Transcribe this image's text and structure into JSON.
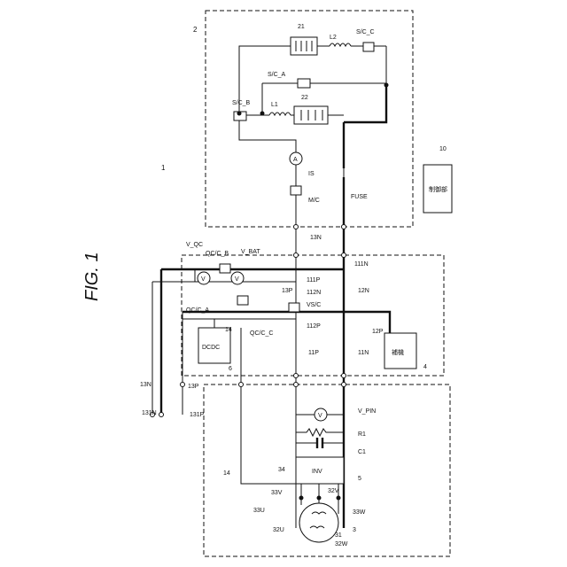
{
  "figure_title": "FIG. 1",
  "ref": {
    "system": "1",
    "battery_unit": "2",
    "motor": "3",
    "aux": "4",
    "inverter": "5",
    "dcdc": "6",
    "controller_num": "10",
    "cell21": "21",
    "cell22": "22",
    "rotor": "31",
    "n11": "11N",
    "p11": "11P",
    "p111": "111P",
    "n111": "111N",
    "p112": "112P",
    "n112": "112N",
    "n12": "12N",
    "p12": "12P",
    "n13": "13N",
    "p13": "13P",
    "p13b": "13P",
    "n13b": "13N",
    "n131": "131N",
    "p131": "131P",
    "line14": "14",
    "line14b": "14",
    "u32": "32U",
    "v32": "32V",
    "w32": "32W",
    "u33": "33U",
    "v33": "33V",
    "w33": "33W",
    "n34": "34"
  },
  "labels": {
    "scb": "S/C_B",
    "sca": "S/C_A",
    "scc": "S/C_C",
    "l1": "L1",
    "l2": "L2",
    "is": "IS",
    "mc": "M/C",
    "fuse": "FUSE",
    "vqc": "V_QC",
    "qccb": "QC/C_B",
    "vbat": "V_BAT",
    "qcca": "QC/C_A",
    "qccc": "QC/C_C",
    "vsc": "VS/C",
    "vpin": "V_PIN",
    "r1": "R1",
    "c1": "C1",
    "inv": "INV",
    "dcdc": "DCDC",
    "aux": "補機",
    "controller": "制御部",
    "ammeter": "A",
    "voltmeter": "V"
  }
}
